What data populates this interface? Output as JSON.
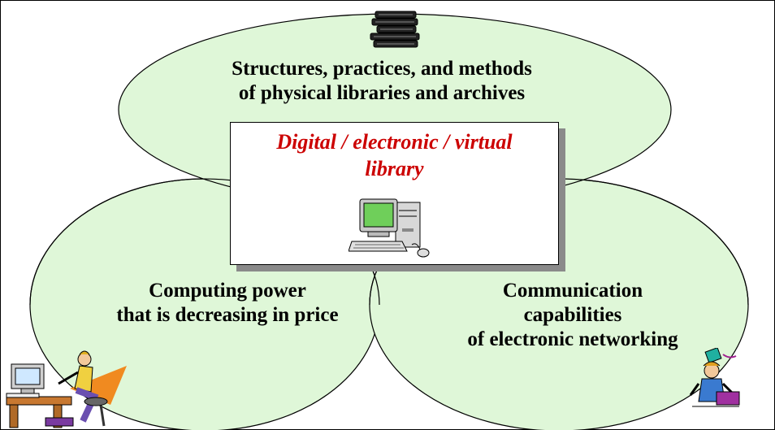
{
  "diagram": {
    "top_circle_text": [
      "Structures, practices, and methods",
      "of physical libraries and archives"
    ],
    "left_circle_text": [
      "Computing power",
      "that is decreasing in price"
    ],
    "right_circle_text": [
      "Communication",
      "capabilities",
      "of electronic networking"
    ],
    "center_text": [
      "Digital / electronic / virtual",
      "library"
    ],
    "colors": {
      "circle_fill": "#dff7d8",
      "center_text": "#cc0000",
      "outline": "#000000"
    },
    "icons": [
      "book-stack-icon",
      "computer-icon",
      "person-at-desk-icon",
      "person-with-phone-icon"
    ]
  }
}
